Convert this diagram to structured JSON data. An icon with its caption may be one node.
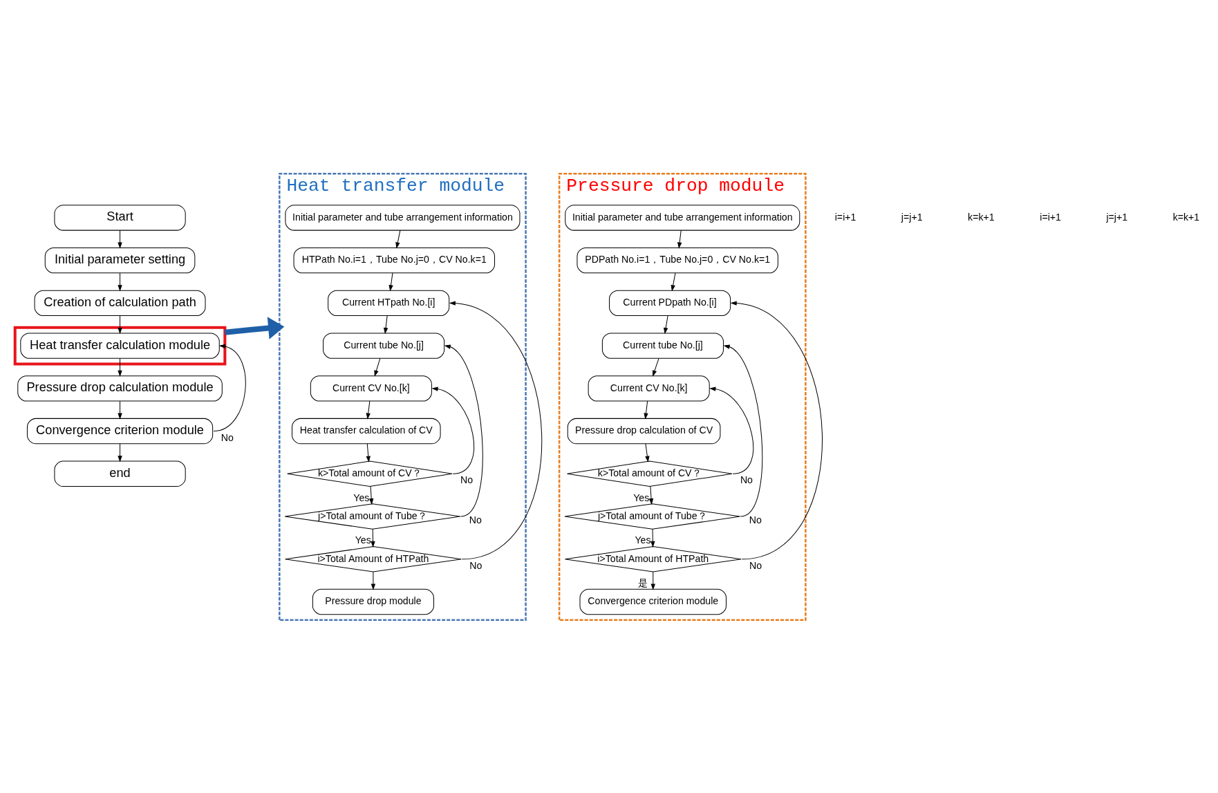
{
  "diagram": {
    "nodes": [
      {
        "text": [
          "Start"
        ]
      },
      {
        "text": [
          "Initial parameter setting"
        ]
      },
      {
        "text": [
          "Creation of calculation path"
        ]
      },
      {
        "text": [],
        "shape": "box"
      },
      {
        "text": [
          "Heat transfer calculation module"
        ],
        "in": 3
      },
      {
        "text": [
          "Pressure drop calculation module"
        ]
      },
      {
        "text": [
          "Convergence criterion module"
        ]
      },
      {
        "text": [
          "end"
        ]
      },
      {
        "text": [
          "Heat transfer module"
        ]
      },
      {
        "text": [
          "Initial parameter and tube arrangement information"
        ],
        "in": 8
      },
      {
        "text": [
          "HTPath No.i=1，Tube No.j=0，CV No.k=1"
        ],
        "in": 8
      },
      {
        "text": [
          "Current HTpath No.[i]"
        ],
        "in": 8
      },
      {
        "text": [
          "Current tube No.[j]"
        ],
        "in": 8
      },
      {
        "text": [
          "Current CV No.[k]"
        ],
        "in": 8
      },
      {
        "text": [
          "Heat transfer calculation of CV"
        ],
        "in": 8
      },
      {
        "text": [
          "k>Total amount of CV？"
        ],
        "in": 8
      },
      {
        "text": [
          "j>Total amount of Tube？"
        ],
        "in": 8
      },
      {
        "text": [
          "i>Total Amount of HTPath"
        ],
        "in": 8
      },
      {
        "text": [
          "Pressure drop module"
        ],
        "in": 8
      },
      {
        "text": [
          "Pressure drop module"
        ]
      },
      {
        "text": [
          "Initial parameter and tube arrangement information"
        ],
        "in": 19
      },
      {
        "text": [
          "PDPath No.i=1，Tube No.j=0，CV No.k=1"
        ],
        "in": 19
      },
      {
        "text": [
          "Current PDpath No.[i]"
        ],
        "in": 19
      },
      {
        "text": [
          "Current tube No.[j]"
        ],
        "in": 19
      },
      {
        "text": [
          "Current CV No.[k]"
        ],
        "in": 19
      },
      {
        "text": [
          "Pressure drop calculation of CV"
        ],
        "in": 19
      },
      {
        "text": [
          "k>Total amount of CV？"
        ],
        "in": 19
      },
      {
        "text": [
          "j>Total amount of Tube？"
        ],
        "in": 19
      },
      {
        "text": [
          "i>Total Amount of HTPath"
        ],
        "in": 19
      },
      {
        "text": [
          "Convergence criterion module"
        ],
        "in": 19
      }
    ],
    "edges": [
      {
        "from": 0,
        "to": 1,
        "arrow": "to"
      },
      {
        "from": 1,
        "to": 2,
        "arrow": "to"
      },
      {
        "from": 2,
        "to": 4,
        "arrow": "to"
      },
      {
        "from": 4,
        "to": 5,
        "arrow": "to"
      },
      {
        "from": 5,
        "to": 6,
        "arrow": "to"
      },
      {
        "from": 6,
        "to": 4,
        "arrow": "to",
        "label": "No"
      },
      {
        "from": 6,
        "to": 7,
        "arrow": "to"
      },
      {
        "from": 3,
        "to": 8,
        "arrow": "to",
        "style": "thick",
        "color": "#1f5fa8"
      },
      {
        "from": 9,
        "to": 10,
        "arrow": "to"
      },
      {
        "from": 10,
        "to": 11,
        "arrow": "to"
      },
      {
        "from": 11,
        "to": 12,
        "arrow": "to"
      },
      {
        "from": 12,
        "to": 13,
        "arrow": "to"
      },
      {
        "from": 13,
        "to": 14,
        "arrow": "to"
      },
      {
        "from": 14,
        "to": 15,
        "arrow": "to"
      },
      {
        "from": 15,
        "to": 13,
        "arrow": "to",
        "label": "No"
      },
      {
        "from": 15,
        "to": 16,
        "arrow": "to",
        "label": "Yes"
      },
      {
        "from": 16,
        "to": 12,
        "arrow": "to",
        "label": "No"
      },
      {
        "from": 16,
        "to": 17,
        "arrow": "to",
        "label": "Yes"
      },
      {
        "from": 17,
        "to": 11,
        "arrow": "to",
        "label": "No"
      },
      {
        "from": 17,
        "to": 18,
        "arrow": "to"
      },
      {
        "from": 20,
        "to": 21,
        "arrow": "to"
      },
      {
        "from": 21,
        "to": 22,
        "arrow": "to"
      },
      {
        "from": 22,
        "to": 23,
        "arrow": "to"
      },
      {
        "from": 23,
        "to": 24,
        "arrow": "to"
      },
      {
        "from": 24,
        "to": 25,
        "arrow": "to"
      },
      {
        "from": 25,
        "to": 26,
        "arrow": "to"
      },
      {
        "from": 26,
        "to": 24,
        "arrow": "to",
        "label": "No"
      },
      {
        "from": 26,
        "to": 27,
        "arrow": "to",
        "label": "Yes"
      },
      {
        "from": 27,
        "to": 23,
        "arrow": "to",
        "label": "No"
      },
      {
        "from": 27,
        "to": 28,
        "arrow": "to",
        "label": "Yes"
      },
      {
        "from": 28,
        "to": 22,
        "arrow": "to",
        "label": "No"
      },
      {
        "from": 28,
        "to": 29,
        "arrow": "to",
        "label": "是"
      }
    ],
    "labels": [
      "i=i+1",
      "j=j+1",
      "k=k+1",
      "i=i+1",
      "j=j+1",
      "k=k+1"
    ]
  }
}
